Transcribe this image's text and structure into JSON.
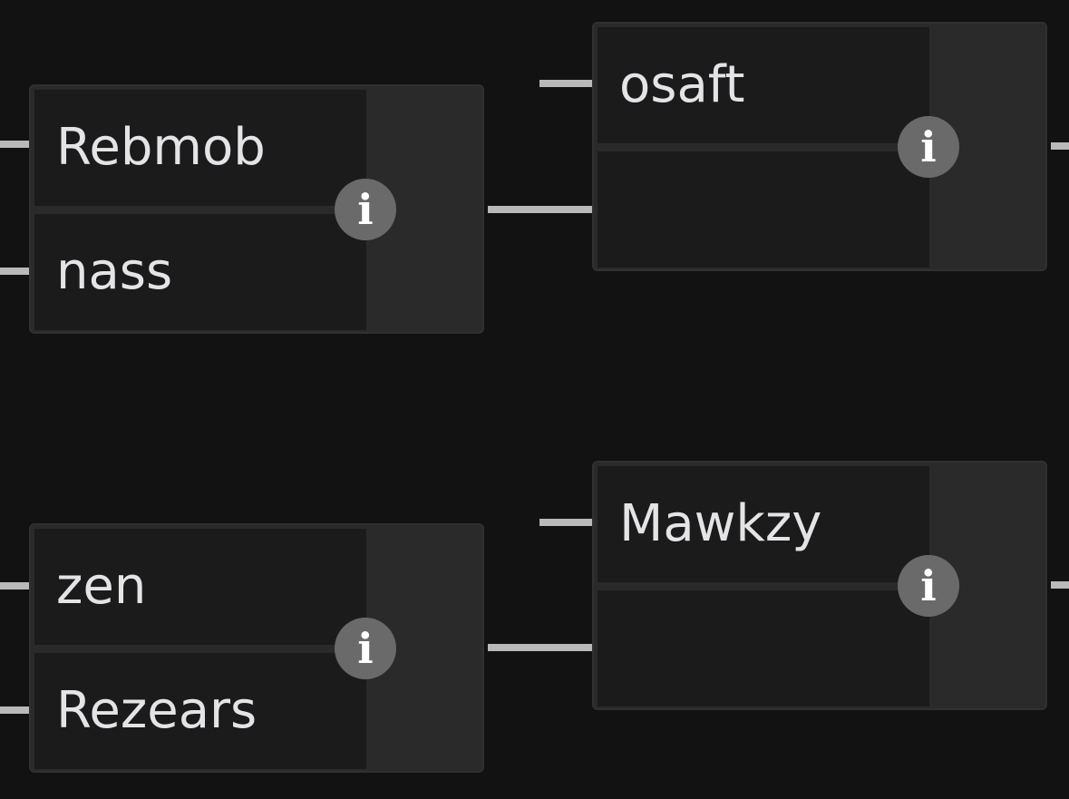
{
  "bracket": {
    "round_1": [
      {
        "top": "Rebmob",
        "bottom": "nass"
      },
      {
        "top": "zen",
        "bottom": "Rezears"
      }
    ],
    "round_2": [
      {
        "top": "osaft",
        "bottom": ""
      },
      {
        "top": "Mawkzy",
        "bottom": ""
      }
    ]
  },
  "icons": {
    "info": "info-icon",
    "info_glyph": "i"
  },
  "colors": {
    "background": "#121213",
    "card": "#2a2a2a",
    "slot": "#1b1b1c",
    "text": "#e4e4e6",
    "connector": "#b9b9b9",
    "info_badge": "#6a6a6a"
  }
}
